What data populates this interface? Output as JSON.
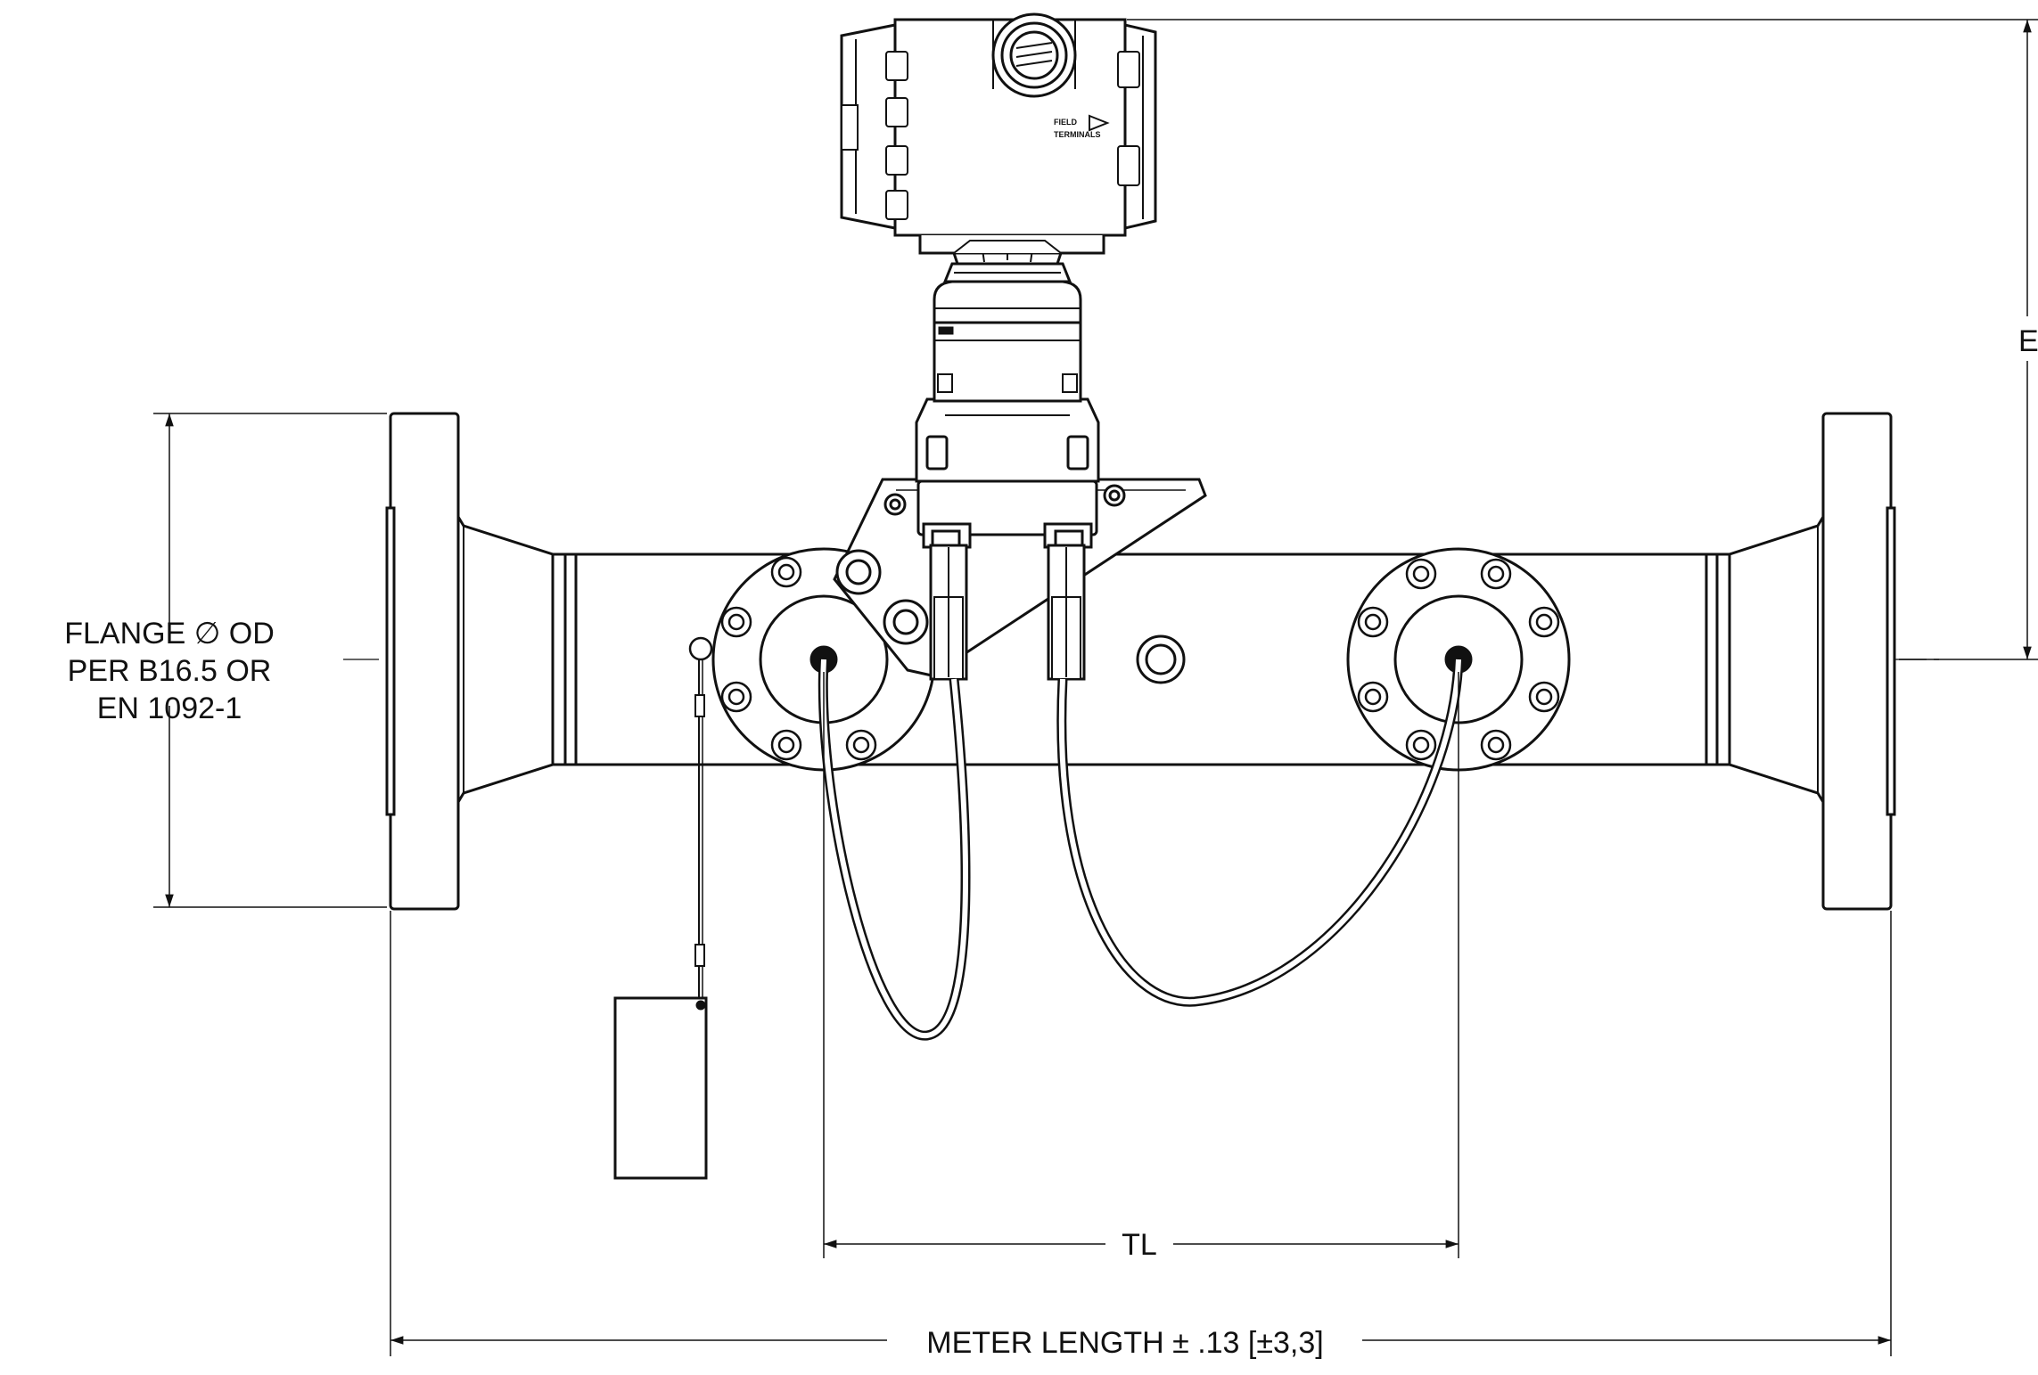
{
  "flange_label": {
    "line1": "FLANGE ∅  OD",
    "line2": "PER B16.5 OR",
    "line3": "EN 1092-1"
  },
  "dim_tl": "TL",
  "dim_meter_length": "METER LENGTH ±  .13 [±3,3]",
  "dim_e": "E",
  "housing_text": {
    "line1": "FIELD",
    "line2": "TERMINALS"
  },
  "colors": {
    "line": "#111111",
    "background": "#ffffff"
  }
}
